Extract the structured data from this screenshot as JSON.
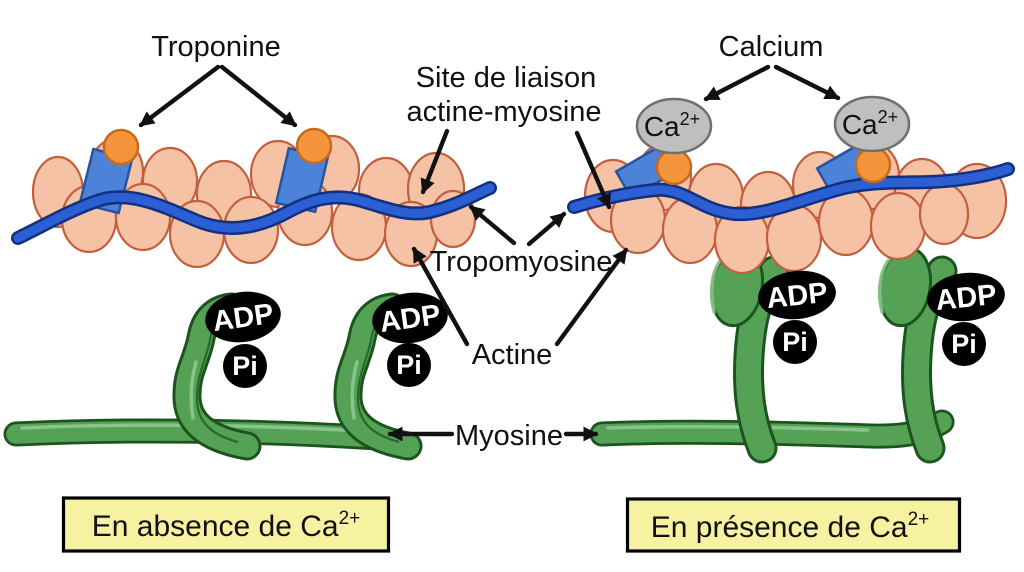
{
  "labels": {
    "troponine": "Troponine",
    "calcium": "Calcium",
    "binding_site_line1": "Site de liaison",
    "binding_site_line2": "actine-myosine",
    "tropomyosine": "Tropomyosine",
    "actine": "Actine",
    "myosine": "Myosine"
  },
  "molecules": {
    "adp": "ADP",
    "pi": "Pi",
    "calcium_ion_base": "Ca",
    "calcium_ion_sup": "2+"
  },
  "captions": {
    "left_base": "En absence de Ca",
    "left_sup": "2+",
    "right_base": "En présence de Ca",
    "right_sup": "2+"
  },
  "colors": {
    "background": "#FFFFFF",
    "actin_fill": "#F5C2A6",
    "actin_stroke": "#C25F3D",
    "tropomyosin_core": "#2B5FD3",
    "tropomyosin_edge": "#11307E",
    "troponin_fill": "#4C83D8",
    "troponin_stroke": "#27549F",
    "troponin_head_fill": "#F5953B",
    "troponin_head_stroke": "#C76A1D",
    "calcium_fill": "#BFBFBF",
    "calcium_stroke": "#6F6F6F",
    "myosin_fill": "#55A257",
    "myosin_stroke": "#1B541D",
    "myosin_highlight": "#8FC891",
    "nucleotide_fill": "#000000",
    "nucleotide_text": "#FFFFFF",
    "caption_bg": "#F6F2A2",
    "caption_border": "#000000"
  }
}
